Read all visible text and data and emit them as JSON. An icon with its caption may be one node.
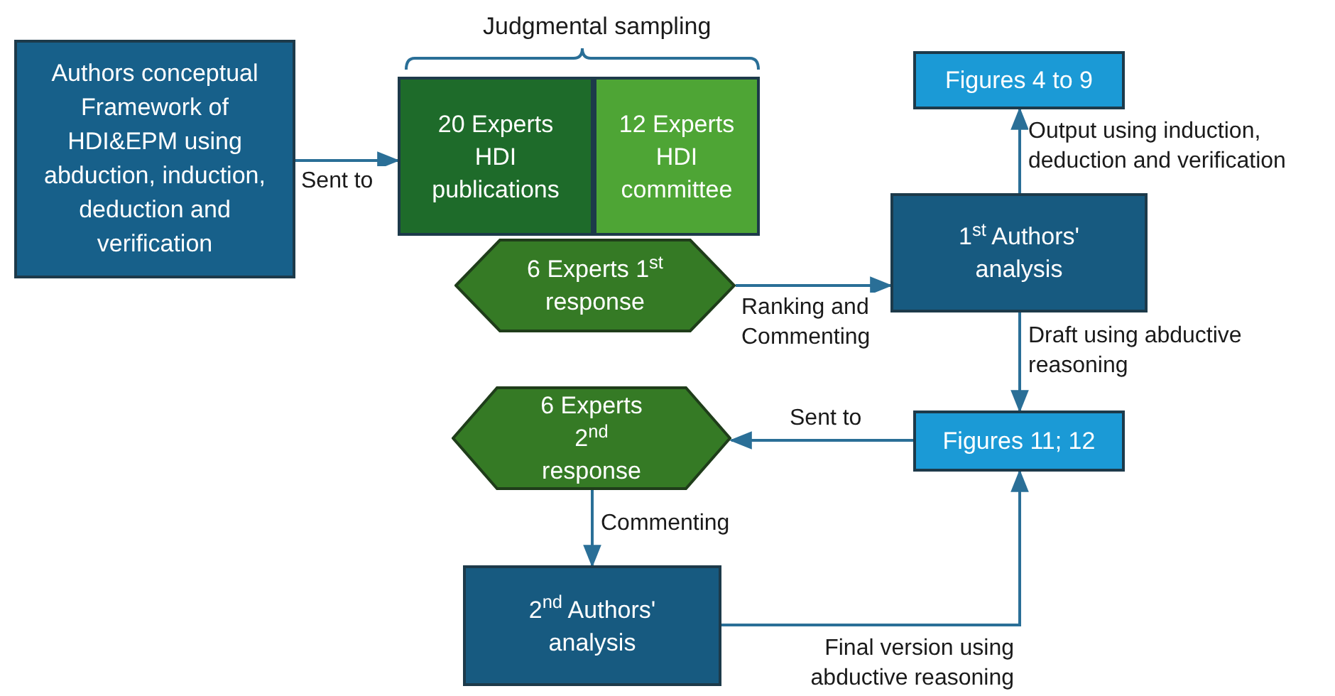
{
  "diagram": {
    "nodes": [
      {
        "text": [
          "Authors conceptual Framework of HDI&EPM using abduction, induction, deduction and verification"
        ]
      },
      {
        "text": [
          "20 Experts HDI publications"
        ]
      },
      {
        "text": [
          "12 Experts HDI committee"
        ]
      },
      {
        "text": [
          "6 Experts 1$^{st}$ response"
        ]
      },
      {
        "text": [
          "Figures 4 to 9"
        ]
      },
      {
        "text": [
          "1$^{st}$ Authors' analysis"
        ]
      },
      {
        "text": [
          "Figures 11; 12"
        ]
      },
      {
        "text": [
          "6 Experts 2$^{nd}$ response"
        ]
      },
      {
        "text": [
          "2$^{nd}$ Authors' analysis"
        ]
      }
    ],
    "edges": [
      {
        "from": 0,
        "to": 1,
        "arrow": "to",
        "label": "Sent to"
      },
      {
        "from": 3,
        "to": 5,
        "arrow": "to",
        "label": "Ranking and Commenting"
      },
      {
        "from": 5,
        "to": 4,
        "arrow": "to",
        "label": "Output using induction, deduction and verification"
      },
      {
        "from": 5,
        "to": 6,
        "arrow": "to",
        "label": "Draft using abductive reasoning"
      },
      {
        "from": 6,
        "to": 7,
        "arrow": "to",
        "label": "Sent to"
      },
      {
        "from": 7,
        "to": 8,
        "arrow": "to",
        "label": "Commenting"
      },
      {
        "from": 8,
        "to": 6,
        "arrow": "to",
        "label": "Final version using abductive reasoning"
      }
    ],
    "labels": [
      "Judgmental sampling"
    ]
  }
}
